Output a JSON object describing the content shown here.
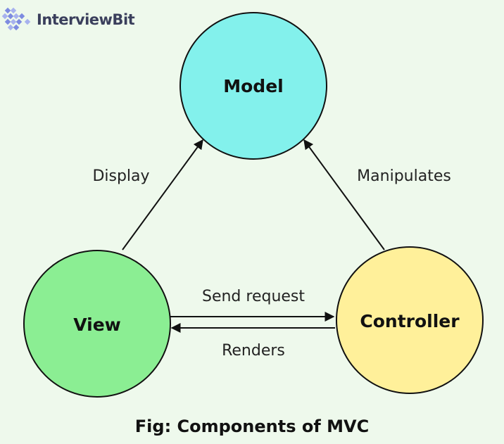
{
  "brand": {
    "name": "InterviewBit",
    "logo_icon": "diamond-lattice-icon"
  },
  "nodes": {
    "model": "Model",
    "view": "View",
    "controller": "Controller"
  },
  "edges": {
    "view_to_model": "Display",
    "controller_to_model": "Manipulates",
    "view_to_controller": "Send request",
    "controller_to_view": "Renders"
  },
  "caption": "Fig: Components of MVC",
  "colors": {
    "background": "#eef9ec",
    "model": "#83f1ec",
    "view": "#8bee93",
    "controller": "#fff09a",
    "outline": "#111111",
    "logo_accent": "#7d8be0"
  }
}
